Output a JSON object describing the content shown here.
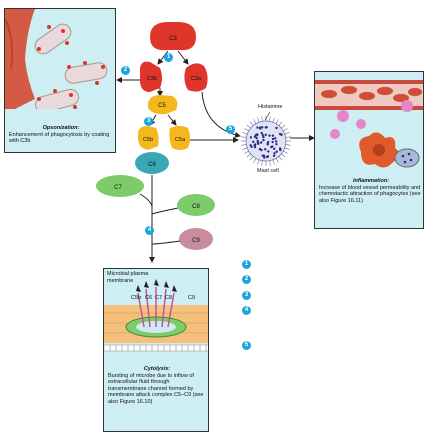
{
  "components": {
    "c3": "C3",
    "c3b": "C3b",
    "c3a": "C3a",
    "c5": "C5",
    "c5b": "C5b",
    "c5a": "C5a",
    "c6": "C6",
    "c7": "C7",
    "c8": "C8",
    "c9": "C9"
  },
  "steps": {
    "s1": "1",
    "s2": "2",
    "s3": "3",
    "s4": "4",
    "s5": "5"
  },
  "opsonization": {
    "title": "Opsonization:",
    "text": "Enhancement of phagocytosis by coating with C3b"
  },
  "inflammation": {
    "title": "Inflammation:",
    "text": "Increase of blood vessel permeability and chemotactic attraction of phagocytes (see also Figure 16.11)"
  },
  "cytolysis": {
    "title": "Cytolysis:",
    "text": "Bursting of microbe due to inflow of extracellular fluid through transmembrane channel formed by membrane attack complex C5–C9 (see also Figure 16.10)"
  },
  "labels": {
    "histamine": "Histamine",
    "mast_cell": "Mast cell",
    "membrane": "Microbial plasma membrane",
    "mac": [
      "C5b",
      "C6",
      "C7",
      "C8",
      "C9"
    ]
  },
  "legend_numbers": [
    "1",
    "2",
    "3",
    "4",
    "5"
  ],
  "colors": {
    "red": "#e0352b",
    "yellow": "#f4b81c",
    "teal": "#3aa7b6",
    "green": "#7ecb6a",
    "pink": "#c98c9c",
    "blue_step": "#1aa6dc",
    "panel_bg": "#cdeef2"
  }
}
